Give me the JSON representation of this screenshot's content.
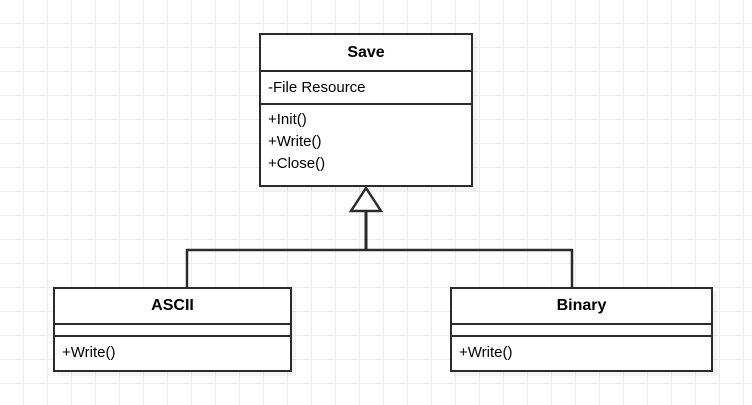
{
  "diagram": {
    "type": "uml-class-diagram",
    "relationship": "generalization",
    "classes": [
      {
        "id": "save",
        "name": "Save",
        "role": "superclass",
        "attributes": [
          "-File Resource"
        ],
        "methods": [
          "+Init()",
          "+Write()",
          "+Close()"
        ]
      },
      {
        "id": "ascii",
        "name": "ASCII",
        "role": "subclass",
        "attributes": [],
        "methods": [
          "+Write()"
        ]
      },
      {
        "id": "binary",
        "name": "Binary",
        "role": "subclass",
        "attributes": [],
        "methods": [
          "+Write()"
        ]
      }
    ],
    "colors": {
      "border": "#2b2b2b",
      "fill": "#ffffff",
      "text": "#000000",
      "grid": "#ededed",
      "connector": "#2b2b2b"
    }
  }
}
